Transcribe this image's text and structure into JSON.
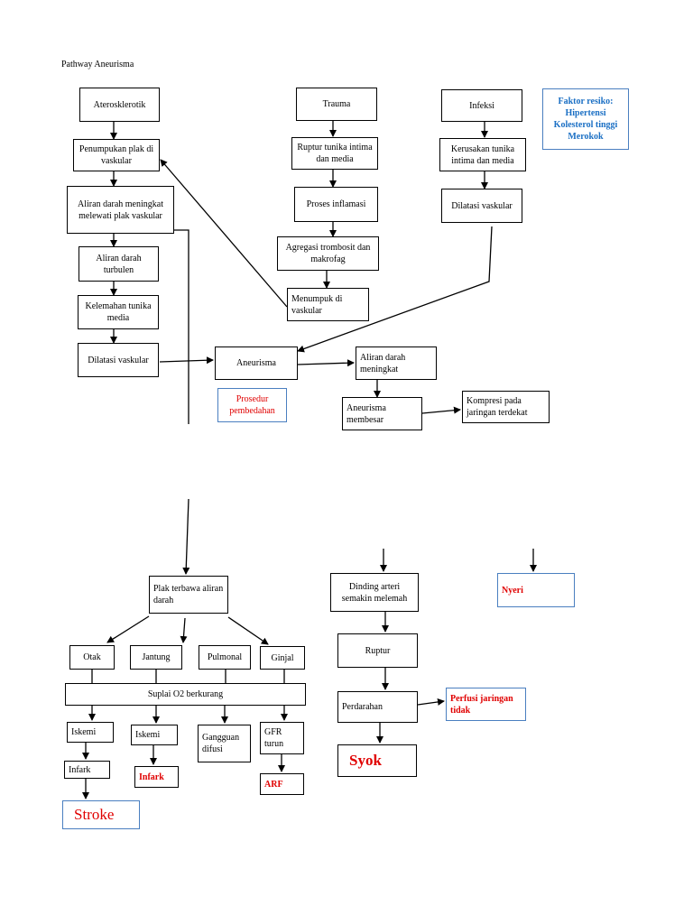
{
  "title": "Pathway Aneurisma",
  "nodes": {
    "aterosklerotik": "Aterosklerotik",
    "trauma": "Trauma",
    "infeksi": "Infeksi",
    "faktor_resiko": "Faktor resiko: Hipertensi Kolesterol tinggi Merokok",
    "penumpukan_plak": "Penumpukan plak di vaskular",
    "ruptur_tunika": "Ruptur tunika intima dan media",
    "kerusakan_tunika": "Kerusakan tunika intima dan media",
    "aliran_meningkat_melewati": "Aliran darah meningkat melewati plak vaskular",
    "proses_inflamasi": "Proses inflamasi",
    "dilatasi_vaskular_kanan": "Dilatasi vaskular",
    "agregasi_trombosit": "Agregasi trombosit dan makrofag",
    "aliran_turbulen": "Aliran darah turbulen",
    "menumpuk": "Menumpuk di vaskular",
    "kelemahan_tunika": "Kelemahan tunika media",
    "dilatasi_vaskular_kiri": "Dilatasi vaskular",
    "aneurisma": "Aneurisma",
    "aliran_meningkat": "Aliran darah meningkat",
    "prosedur_pembedahan": "Prosedur pembedahan",
    "aneurisma_membesar": "Aneurisma membesar",
    "kompresi": "Kompresi pada jaringan terdekat",
    "plak_terbawa": "Plak terbawa aliran darah",
    "dinding_arteri": "Dinding arteri semakin melemah",
    "nyeri": "Nyeri",
    "otak": "Otak",
    "jantung": "Jantung",
    "pulmonal": "Pulmonal",
    "ginjal": "Ginjal",
    "ruptur": "Ruptur",
    "suplai_o2": "Suplai O2 berkurang",
    "perdarahan": "Perdarahan",
    "perfusi": "Perfusi jaringan tidak",
    "iskemi_otak": "Iskemi",
    "iskemi_jantung": "Iskemi",
    "gangguan_difusi": "Gangguan difusi",
    "gfr_turun": "GFR turun",
    "syok": "Syok",
    "infark_otak": "Infark",
    "infark_jantung": "Infark",
    "arf": "ARF",
    "stroke": "Stroke"
  },
  "colors": {
    "emphasis_text": "#e00000",
    "risk_text": "#1a6fc4",
    "outcome_border": "#4a7fc0"
  }
}
